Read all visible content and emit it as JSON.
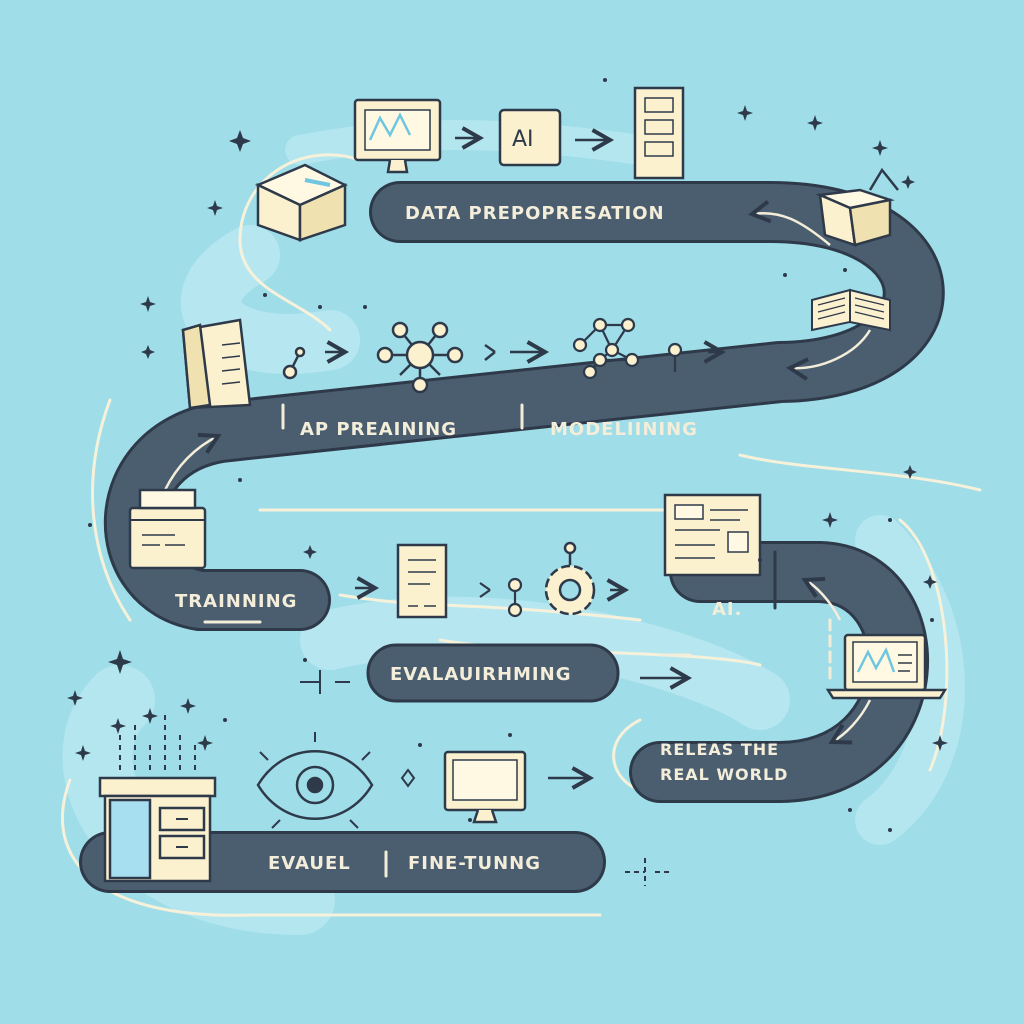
{
  "colors": {
    "background": "#9fdde8",
    "road": "#4a5e70",
    "outline": "#2e3a4a",
    "text": "#f3edd9",
    "icon_fill": "#fbf1cf",
    "accent": "#6ec6e0",
    "glow": "#c7eff5"
  },
  "road_labels": {
    "data_preparation": "DATA PREPOPRESATION",
    "ap_pretraining": "AP PREAINING",
    "modeling": "MODELIINING",
    "training": "TRAINNING",
    "ai_stage": "AI.",
    "evaluation": "EVALAUIRHMING",
    "release_line1": "RELEAS THE",
    "release_line2": "REAL WORLD",
    "evaluel": "EVAUEL",
    "fine_tuning": "FINE-TUNNG"
  },
  "icons": {
    "monitor_chart": "monitor-chart-icon",
    "ai_box": "AI",
    "server": "server-icon",
    "open_box": "open-box-icon",
    "book": "open-book-icon",
    "network": "network-graph-icon",
    "document": "document-icon",
    "gear": "gear-icon",
    "eye": "eye-icon",
    "computer": "computer-monitor-icon",
    "laptop": "laptop-icon",
    "cabinet": "cabinet-icon",
    "panel": "panel-document-icon"
  }
}
